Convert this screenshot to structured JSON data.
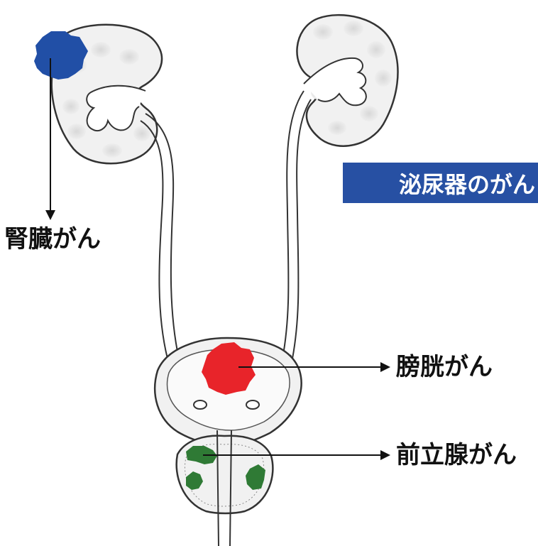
{
  "title_badge": {
    "text": "泌尿器のがん"
  },
  "labels": {
    "kidney": "腎臓がん",
    "bladder": "膀胱がん",
    "prostate": "前立腺がん"
  },
  "colors": {
    "badge_bg": "#2750a3",
    "kidney_tumor": "#214fa6",
    "bladder_tumor": "#e8242a",
    "prostate_tumor": "#2f7a35",
    "organ_fill": "#f1f1f1",
    "outline": "#333333"
  }
}
